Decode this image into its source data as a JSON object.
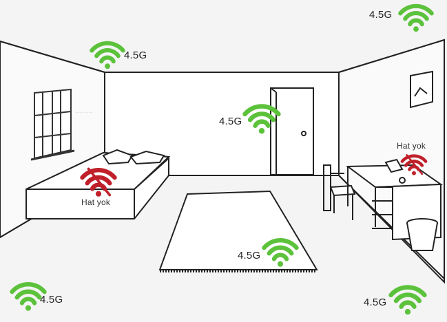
{
  "signals": [
    {
      "id": "top-right",
      "label": "4.5G",
      "status": "ok"
    },
    {
      "id": "top-left",
      "label": "4.5G",
      "status": "ok"
    },
    {
      "id": "back-wall",
      "label": "4.5G",
      "status": "ok"
    },
    {
      "id": "bed",
      "label": "Hat yok",
      "status": "none"
    },
    {
      "id": "desk",
      "label": "Hat yok",
      "status": "none"
    },
    {
      "id": "rug",
      "label": "4.5G",
      "status": "ok"
    },
    {
      "id": "bottom-left",
      "label": "4.5G",
      "status": "ok"
    },
    {
      "id": "bottom-right",
      "label": "4.5G",
      "status": "ok"
    }
  ],
  "colors": {
    "ok": "#5cc23c",
    "none": "#c0202a",
    "line": "#222222",
    "wall": "#ffffff"
  },
  "icons": {
    "ok": "wifi-icon",
    "none": "wifi-off-icon"
  }
}
